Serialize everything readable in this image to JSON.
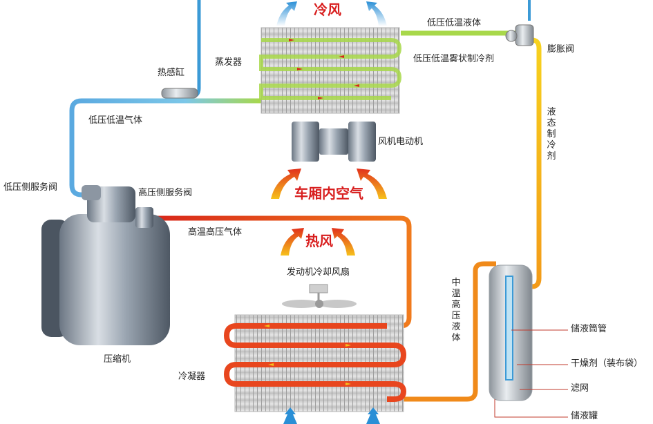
{
  "labels": {
    "cold_air": "冷风",
    "cabin_air": "车厢内空气",
    "hot_air": "热风",
    "evaporator": "蒸发器",
    "thermal_bulb": "热感缸",
    "low_pressure_low_temp_gas": "低压低温气体",
    "low_pressure_low_temp_liquid": "低压低温液体",
    "low_pressure_low_temp_mist": "低压低温雾状制冷剂",
    "expansion_valve": "膨胀阀",
    "liquid_refrigerant": "液态制冷剂",
    "blower_motor": "风机电动机",
    "low_side_service_valve": "低压侧服务阀",
    "high_side_service_valve": "高压侧服务阀",
    "high_temp_high_pressure_gas": "高温高压气体",
    "engine_cooling_fan": "发动机冷却风扇",
    "compressor": "压缩机",
    "condenser": "冷凝器",
    "mid_temp_high_pressure_liquid": "中温高压液体",
    "receiver_tube": "储液筒管",
    "desiccant": "干燥剂（装布袋）",
    "filter_screen": "滤网",
    "receiver_drier": "储液罐"
  },
  "colors": {
    "cold_line": "#3b9ad6",
    "hot_line": "#e8461e",
    "warm_line": "#f08a1a",
    "liquid_line": "#f5c21a",
    "accent_text": "#d81e1e"
  }
}
